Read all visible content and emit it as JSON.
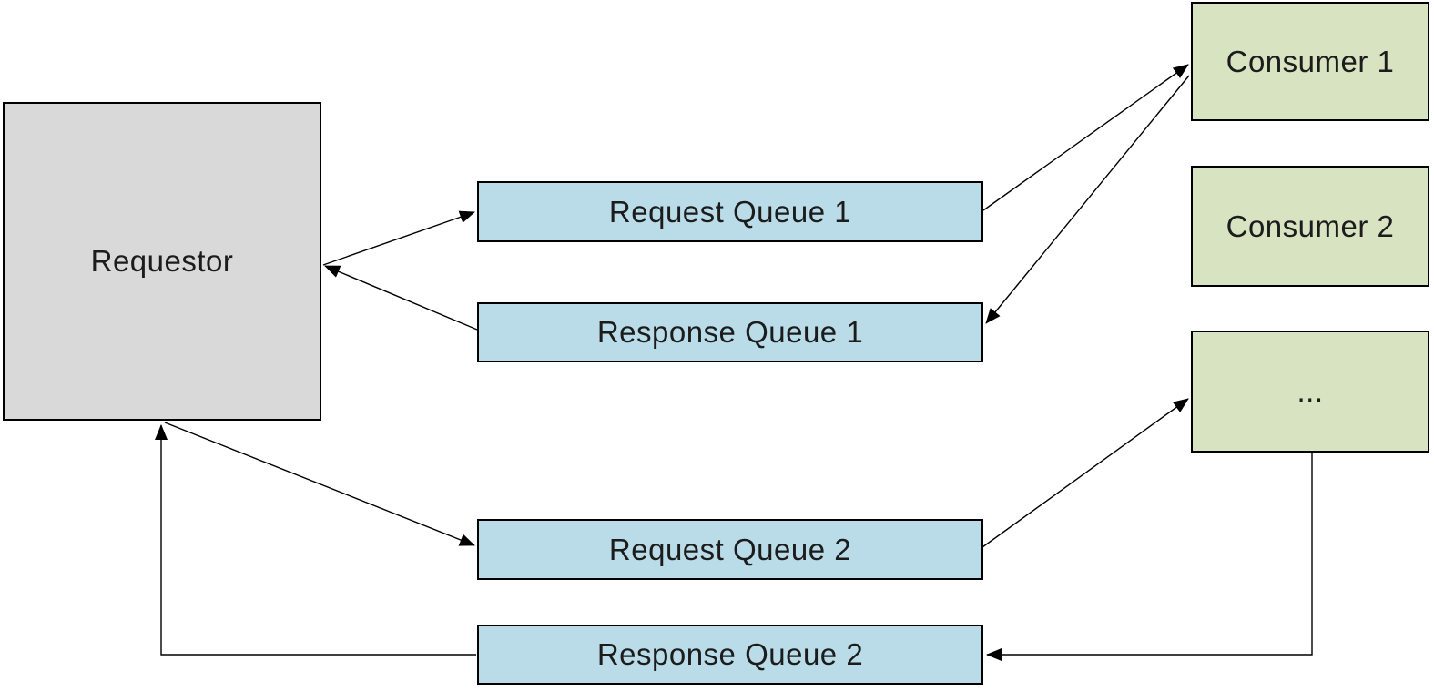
{
  "diagram": {
    "type": "flow-diagram",
    "background": "#ffffff",
    "colors": {
      "requestor_fill": "#d9d9d9",
      "queue_fill": "#b9dce8",
      "consumer_fill": "#d8e3c2",
      "node_border": "#000000",
      "text": "#1c1c1c",
      "arrow": "#000000"
    },
    "nodes": {
      "requestor": {
        "label": "Requestor"
      },
      "request_queue_1": {
        "label": "Request Queue 1"
      },
      "response_queue_1": {
        "label": "Response Queue 1"
      },
      "request_queue_2": {
        "label": "Request Queue 2"
      },
      "response_queue_2": {
        "label": "Response Queue 2"
      },
      "consumer_1": {
        "label": "Consumer 1"
      },
      "consumer_2": {
        "label": "Consumer 2"
      },
      "consumer_more": {
        "label": "..."
      }
    },
    "edges": [
      {
        "from": "requestor",
        "to": "request_queue_1",
        "style": "straight",
        "arrowhead": "at-target"
      },
      {
        "from": "response_queue_1",
        "to": "requestor",
        "style": "straight",
        "arrowhead": "at-target"
      },
      {
        "from": "request_queue_1",
        "to": "consumer_1",
        "style": "straight",
        "arrowhead": "at-target"
      },
      {
        "from": "consumer_1",
        "to": "response_queue_1",
        "style": "straight",
        "arrowhead": "at-target"
      },
      {
        "from": "requestor",
        "to": "request_queue_2",
        "style": "straight",
        "arrowhead": "at-target"
      },
      {
        "from": "request_queue_2",
        "to": "consumer_more",
        "style": "straight",
        "arrowhead": "at-target"
      },
      {
        "from": "consumer_more",
        "to": "response_queue_2",
        "style": "elbow",
        "arrowhead": "at-target"
      },
      {
        "from": "response_queue_2",
        "to": "requestor",
        "style": "elbow",
        "arrowhead": "at-target"
      }
    ]
  }
}
